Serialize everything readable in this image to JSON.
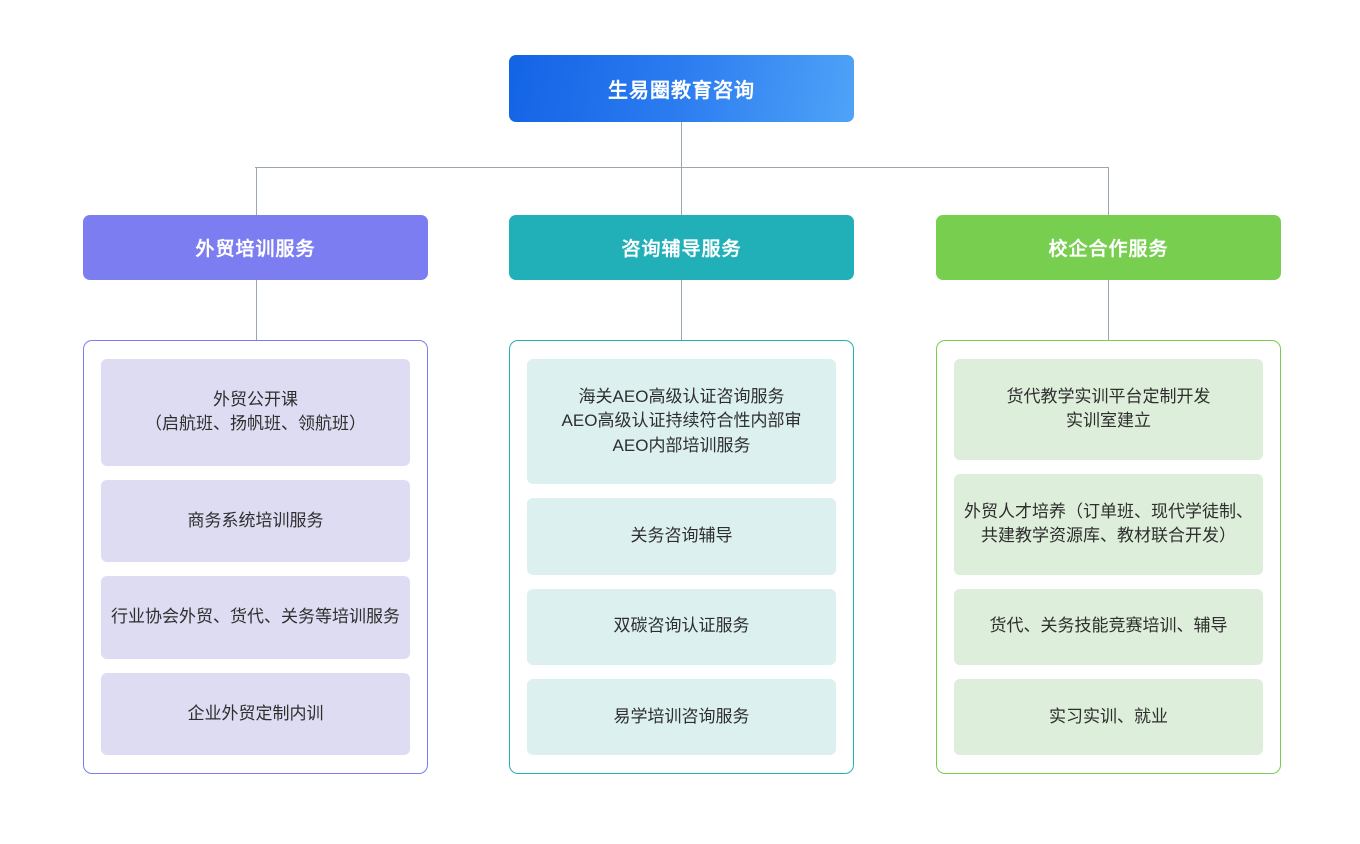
{
  "diagram": {
    "title": "生易圈教育咨询",
    "root": {
      "label": "生易圈教育咨询",
      "color": "#2B7BF0"
    },
    "branches": [
      {
        "label": "外贸培训服务",
        "header_color": "#7C7DF0",
        "card_color": "#DEDCF2",
        "border_color": "#7C7DF0",
        "items": [
          {
            "lines": [
              "外贸公开课",
              "（启航班、扬帆班、领航班）"
            ]
          },
          {
            "lines": [
              "商务系统培训服务"
            ]
          },
          {
            "lines": [
              "行业协会外贸、货代、关务等培训服务"
            ]
          },
          {
            "lines": [
              "企业外贸定制内训"
            ]
          }
        ]
      },
      {
        "label": "咨询辅导服务",
        "header_color": "#22B0B8",
        "card_color": "#DCF0F0",
        "border_color": "#22B0B8",
        "items": [
          {
            "lines": [
              "海关AEO高级认证咨询服务",
              "AEO高级认证持续符合性内部审",
              "AEO内部培训服务"
            ]
          },
          {
            "lines": [
              "关务咨询辅导"
            ]
          },
          {
            "lines": [
              "双碳咨询认证服务"
            ]
          },
          {
            "lines": [
              "易学培训咨询服务"
            ]
          }
        ]
      },
      {
        "label": "校企合作服务",
        "header_color": "#77CE4F",
        "card_color": "#DDEEDA",
        "border_color": "#77CE4F",
        "items": [
          {
            "lines": [
              "货代教学实训平台定制开发",
              "实训室建立"
            ]
          },
          {
            "lines": [
              "外贸人才培养（订单班、现代学徒制、共建教学资源库、教材联合开发）"
            ]
          },
          {
            "lines": [
              "货代、关务技能竞赛培训、辅导"
            ]
          },
          {
            "lines": [
              "实习实训、就业"
            ]
          }
        ]
      }
    ],
    "connector_color": "#9AA6B2"
  }
}
